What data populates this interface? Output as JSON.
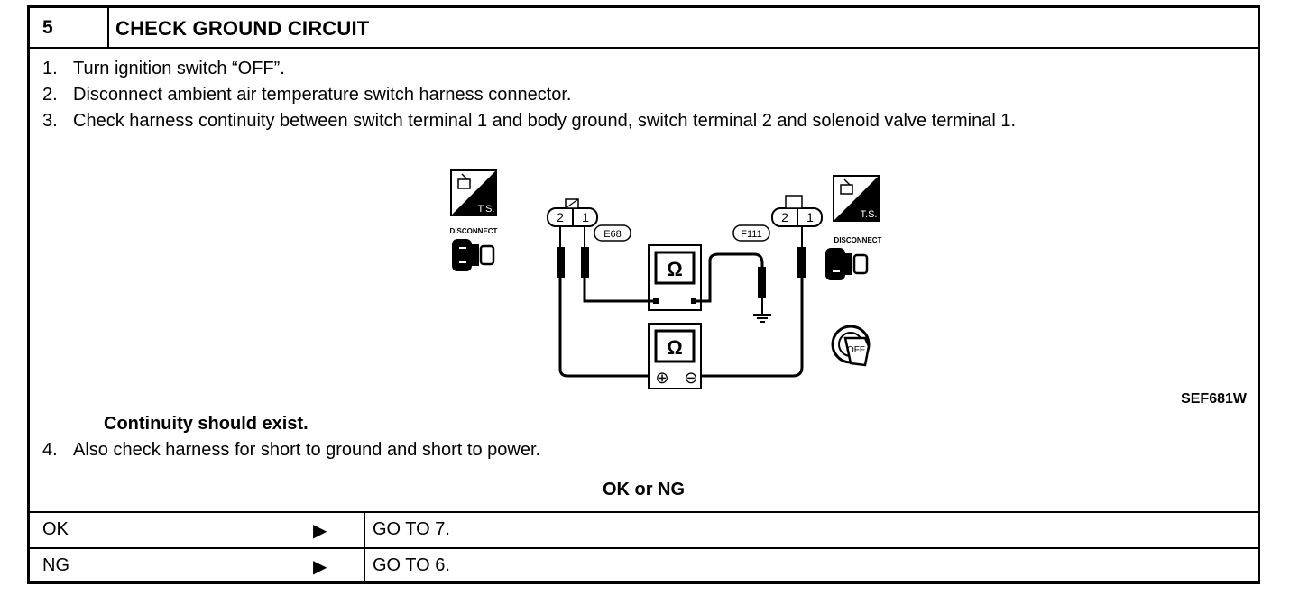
{
  "step": {
    "number": "5",
    "title": "CHECK GROUND CIRCUIT"
  },
  "instructions": [
    {
      "num": "1.",
      "text": "Turn ignition switch “OFF”."
    },
    {
      "num": "2.",
      "text": "Disconnect ambient air temperature switch harness connector."
    },
    {
      "num": "3.",
      "text": "Check harness continuity between switch terminal 1 and body ground, switch terminal 2 and solenoid valve terminal 1."
    },
    {
      "num": "4.",
      "text": "Also check harness for short to ground and short to power."
    }
  ],
  "diagram": {
    "figure_code": "SEF681W",
    "left_connector": {
      "id": "E68",
      "terminals": [
        "2",
        "1"
      ]
    },
    "right_connector": {
      "id": "F111",
      "terminals": [
        "2",
        "1"
      ]
    },
    "ts_label": "T.S.",
    "disconnect_label": "DISCONNECT",
    "meter_symbol": "Ω",
    "plus_symbol": "⊕",
    "minus_symbol": "⊖",
    "ignition_label": "OFF"
  },
  "spec": "Continuity should exist.",
  "result": {
    "header": "OK or NG",
    "rows": [
      {
        "label": "OK",
        "arrow": "▶",
        "action": "GO TO 7."
      },
      {
        "label": "NG",
        "arrow": "▶",
        "action": "GO TO 6."
      }
    ]
  }
}
